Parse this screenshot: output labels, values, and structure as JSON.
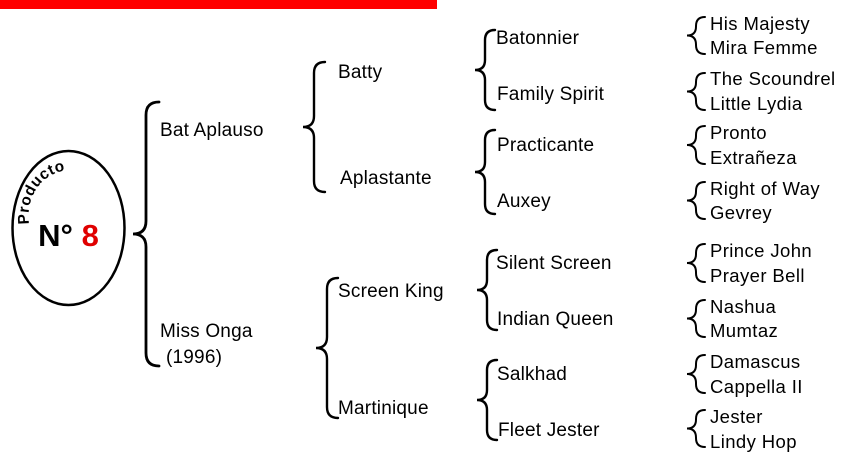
{
  "badge": {
    "word": "Producto",
    "number_prefix": "N°",
    "number": "8",
    "number_color": "#e00000",
    "accent_color": "#ff0000"
  },
  "horse": {
    "name": "Bat Aplauso",
    "sire": {
      "name": "Batty",
      "sire": {
        "name": "Batonnier",
        "sire": "His Majesty",
        "dam": "Mira Femme"
      },
      "dam": {
        "name": "Family Spirit",
        "sire": "The Scoundrel",
        "dam": "Little Lydia"
      }
    },
    "dam": {
      "name": "Aplastante",
      "sire": {
        "name": "Practicante",
        "sire": "Pronto",
        "dam": "Extrañeza"
      },
      "dam": {
        "name": "Auxey",
        "sire": "Right of Way",
        "dam": "Gevrey"
      }
    }
  },
  "dam_line": {
    "name": "Miss Onga",
    "year": "(1996)",
    "sire": {
      "name": "Screen King",
      "sire": {
        "name": "Silent Screen",
        "sire": "Prince John",
        "dam": "Prayer Bell"
      },
      "dam": {
        "name": "Indian Queen",
        "sire": "Nashua",
        "dam": "Mumtaz"
      }
    },
    "dam": {
      "name": "Martinique",
      "sire": {
        "name": "Salkhad",
        "sire": "Damascus",
        "dam": "Cappella II"
      },
      "dam": {
        "name": "Fleet Jester",
        "sire": "Jester",
        "dam": "Lindy Hop"
      }
    }
  }
}
